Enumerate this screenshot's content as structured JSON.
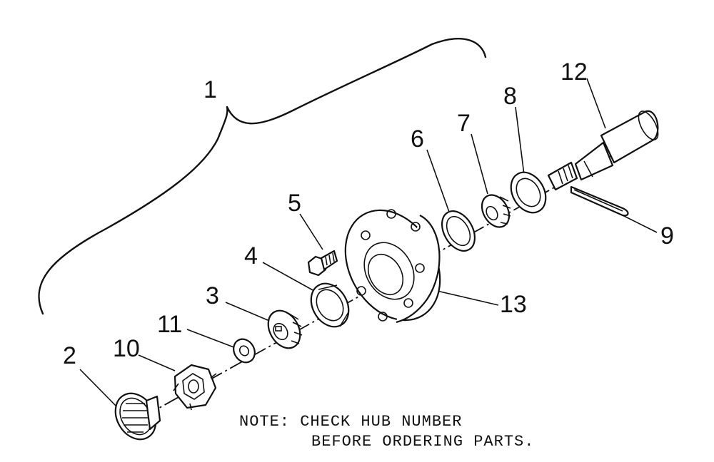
{
  "callouts": {
    "c1": "1",
    "c2": "2",
    "c3": "3",
    "c4": "4",
    "c5": "5",
    "c6": "6",
    "c7": "7",
    "c8": "8",
    "c9": "9",
    "c10": "10",
    "c11": "11",
    "c12": "12",
    "c13": "13"
  },
  "note": {
    "line1": "NOTE: CHECK HUB NUMBER",
    "line2": "BEFORE ORDERING PARTS."
  }
}
